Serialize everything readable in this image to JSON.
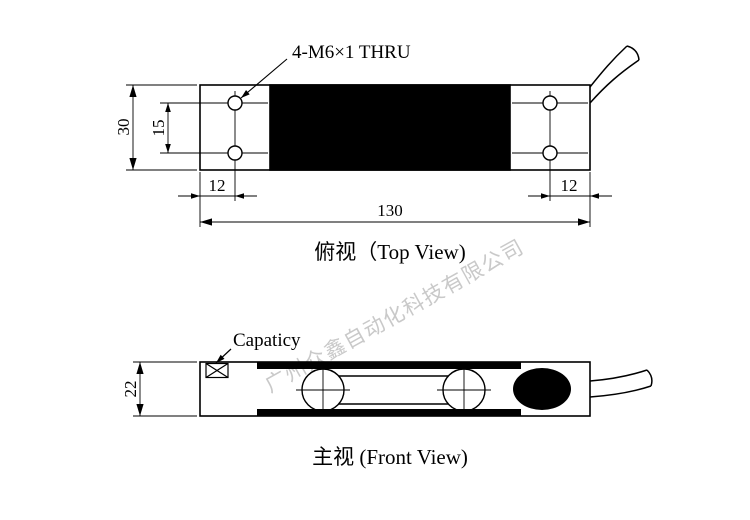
{
  "drawing": {
    "thread_callout": "4-M6×1 THRU",
    "capacity_label": "Capaticy",
    "top_view_caption": "俯视（Top View)",
    "front_view_caption": "主视 (Front View)",
    "watermark": "广州众鑫自动化科技有限公司",
    "dimensions": {
      "overall_length": "130",
      "top_width": "30",
      "hole_spacing": "15",
      "edge_to_hole_left": "12",
      "edge_to_hole_right": "12",
      "front_height": "22"
    },
    "colors": {
      "line": "#000000",
      "solid_fill": "#000000",
      "watermark": "#c9c9c9",
      "background": "#ffffff"
    }
  }
}
